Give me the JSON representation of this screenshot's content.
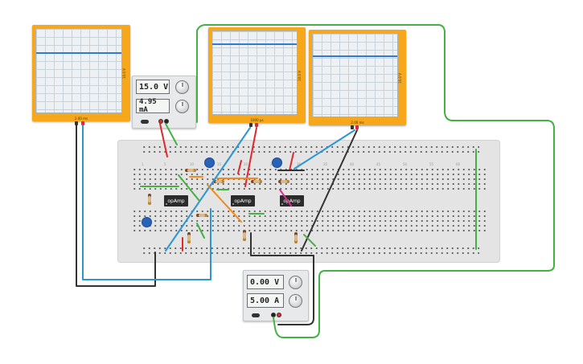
{
  "scopes": [
    {
      "id": "scope-left",
      "bottom_label": "2.00 ms",
      "side_label": "10.0 V"
    },
    {
      "id": "scope-mid",
      "bottom_label": "1000 µs",
      "side_label": "10.0 V"
    },
    {
      "id": "scope-right",
      "bottom_label": "2.00 ms",
      "side_label": "10.0 V"
    }
  ],
  "psu_top": {
    "voltage": "15.0 V",
    "current": "4.95 mA"
  },
  "psu_bottom": {
    "voltage": "0.00 V",
    "current": "5.00 A"
  },
  "opamps": [
    {
      "label": "opAmp"
    },
    {
      "label": "opAmp"
    },
    {
      "label": "opAmp"
    }
  ],
  "breadboard": {
    "column_numbers": [
      "1",
      "5",
      "10",
      "15",
      "20",
      "25",
      "30",
      "35",
      "40",
      "45",
      "50",
      "55",
      "60"
    ]
  },
  "colors": {
    "wire_red": "#e0282e",
    "wire_black": "#333333",
    "wire_blue": "#2a96d4",
    "wire_green": "#43b243",
    "wire_orange": "#f08a1c",
    "wire_magenta": "#d8308f",
    "scope_orange": "#f6a71a",
    "trace_blue": "#2f7bd3"
  }
}
